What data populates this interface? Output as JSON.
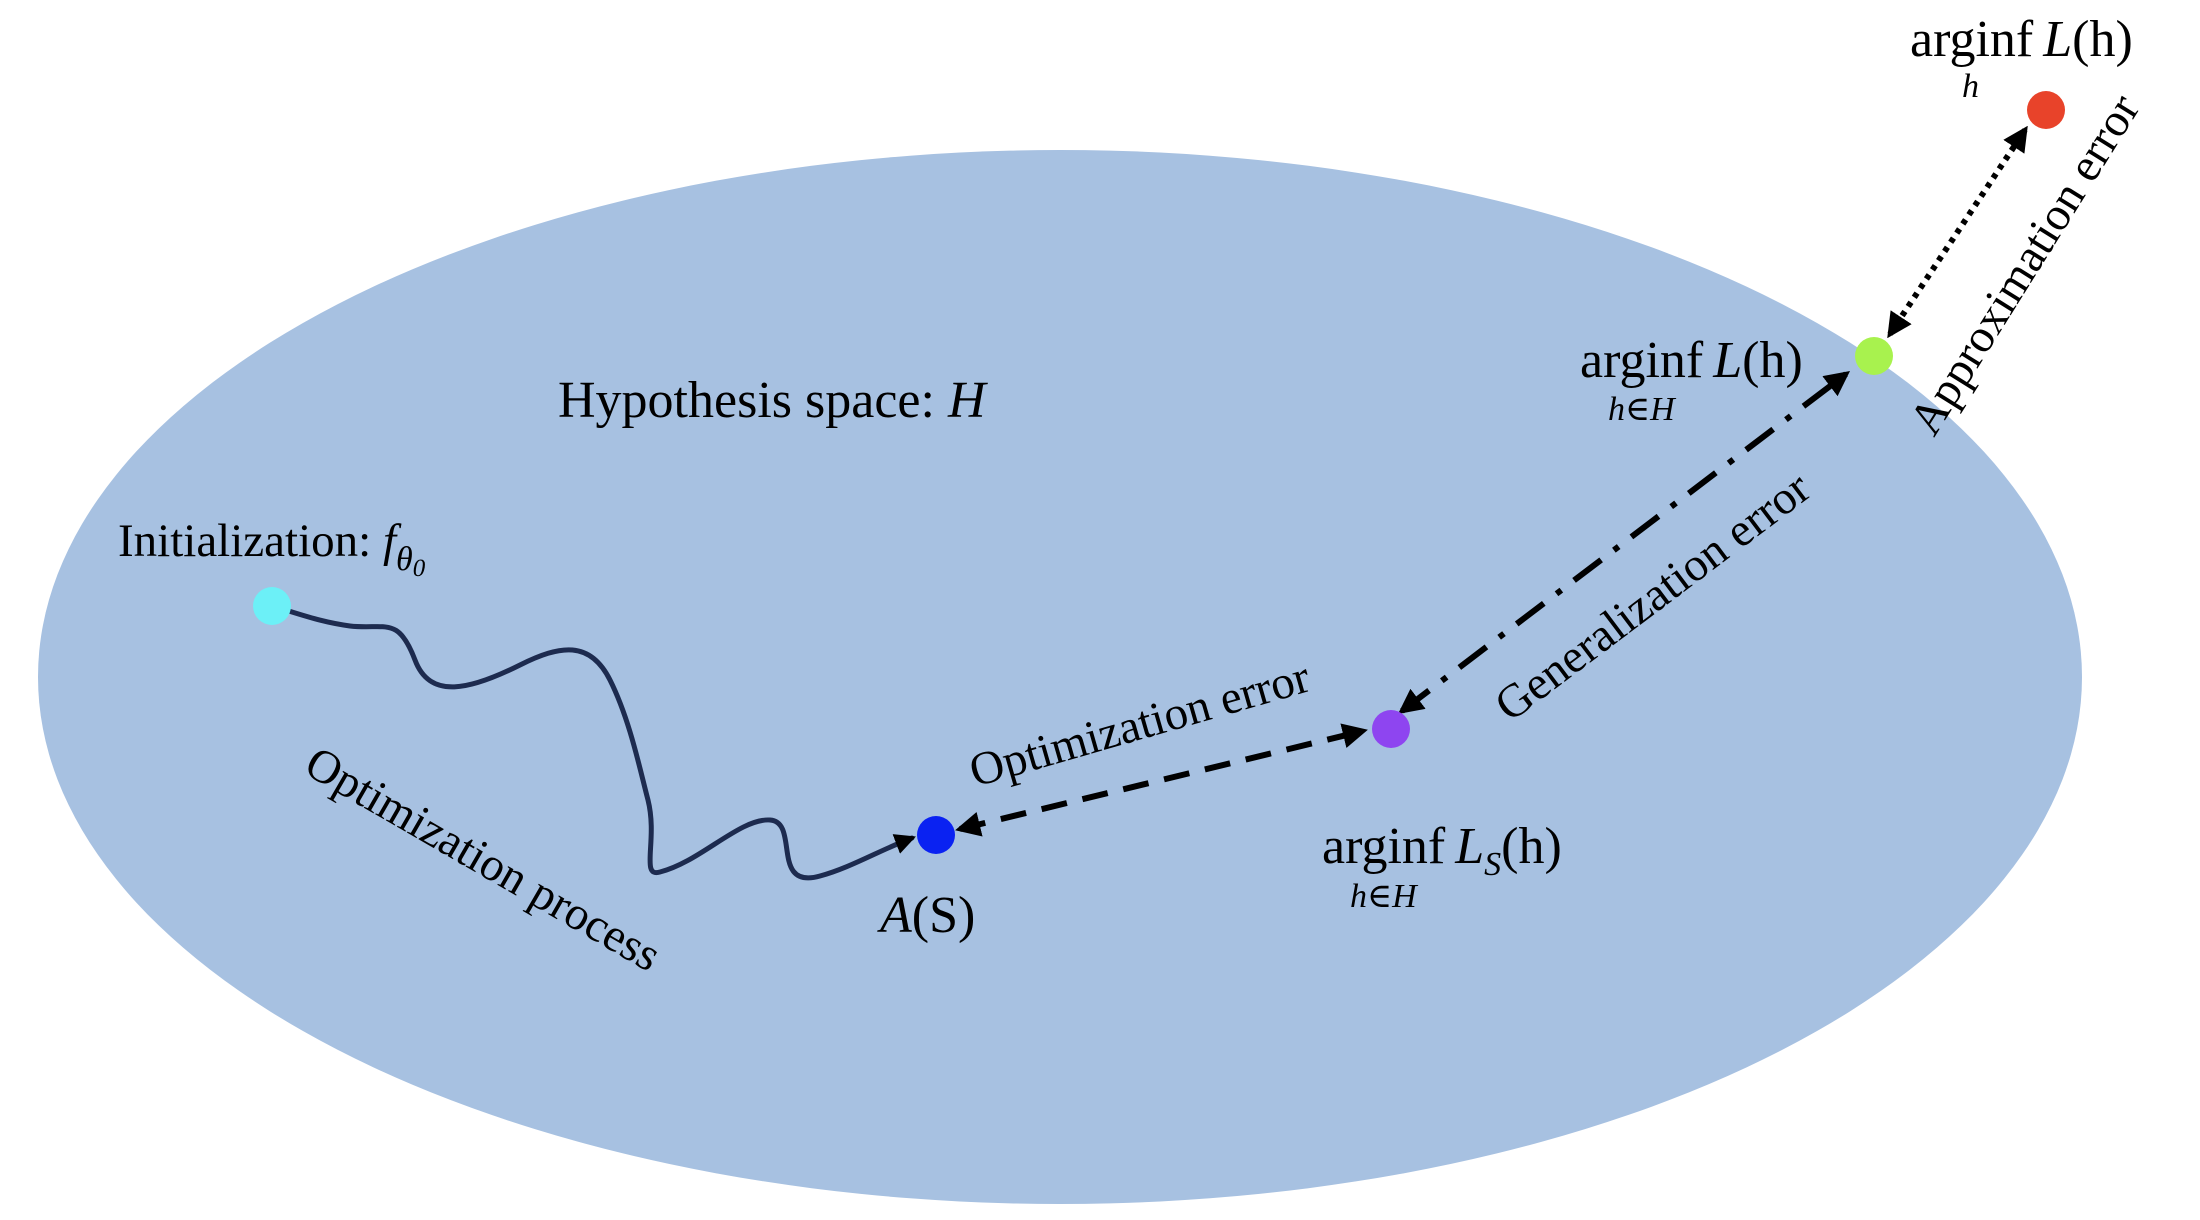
{
  "hypothesis_space": {
    "text": "Hypothesis space: ",
    "symbol": "H",
    "fill_color": "#a7c1e1"
  },
  "initialization": {
    "text": "Initialization: ",
    "symbol": "f",
    "subscript": "θ",
    "subsubscript": "0",
    "point_color": "#6cf0f7"
  },
  "optimization_process": {
    "label": "Optimization process",
    "path_color": "#1d2b4f"
  },
  "algorithm_output": {
    "symbol": "A",
    "argument": "(S)",
    "point_color": "#0a22f2"
  },
  "optimization_error": {
    "label": "Optimization error"
  },
  "empirical_minimizer": {
    "operator": "arginf",
    "symbol": "L",
    "subscript": "S",
    "argument": "(h)",
    "under": "h∈H",
    "point_color": "#8e45f0"
  },
  "generalization_error": {
    "label": "Generalization error"
  },
  "class_minimizer": {
    "operator": "arginf",
    "symbol": "L",
    "argument": "(h)",
    "under": "h∈H",
    "point_color": "#a8f24e"
  },
  "approximation_error": {
    "label": "Approximation error"
  },
  "global_minimizer": {
    "operator": "arginf",
    "symbol": "L",
    "argument": "(h)",
    "under": "h",
    "point_color": "#e8432a"
  }
}
